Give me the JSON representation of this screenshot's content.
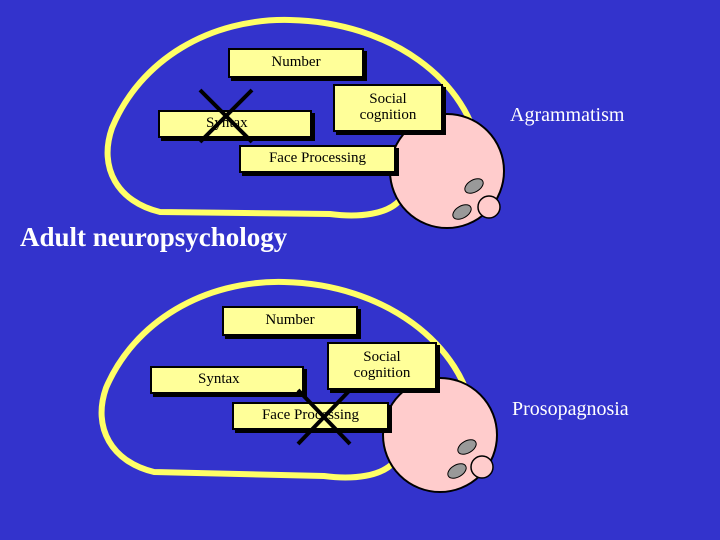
{
  "title": "Adult neuropsychology",
  "colors": {
    "background": "#3333cc",
    "brain_outline": "#ffff66",
    "box_fill": "#ffff99",
    "cerebellum": "#ffcccc",
    "cross": "#000000",
    "label": "#ffffff"
  },
  "top_panel": {
    "modules": {
      "number": "Number",
      "social": "Social\ncognition",
      "syntax": "Syntax",
      "face": "Face Processing"
    },
    "impaired_module": "Syntax",
    "disorder_label": "Agrammatism"
  },
  "bottom_panel": {
    "modules": {
      "number": "Number",
      "social": "Social\ncognition",
      "syntax": "Syntax",
      "face": "Face Processing"
    },
    "impaired_module": "Face Processing",
    "disorder_label": "Prosopagnosia"
  }
}
